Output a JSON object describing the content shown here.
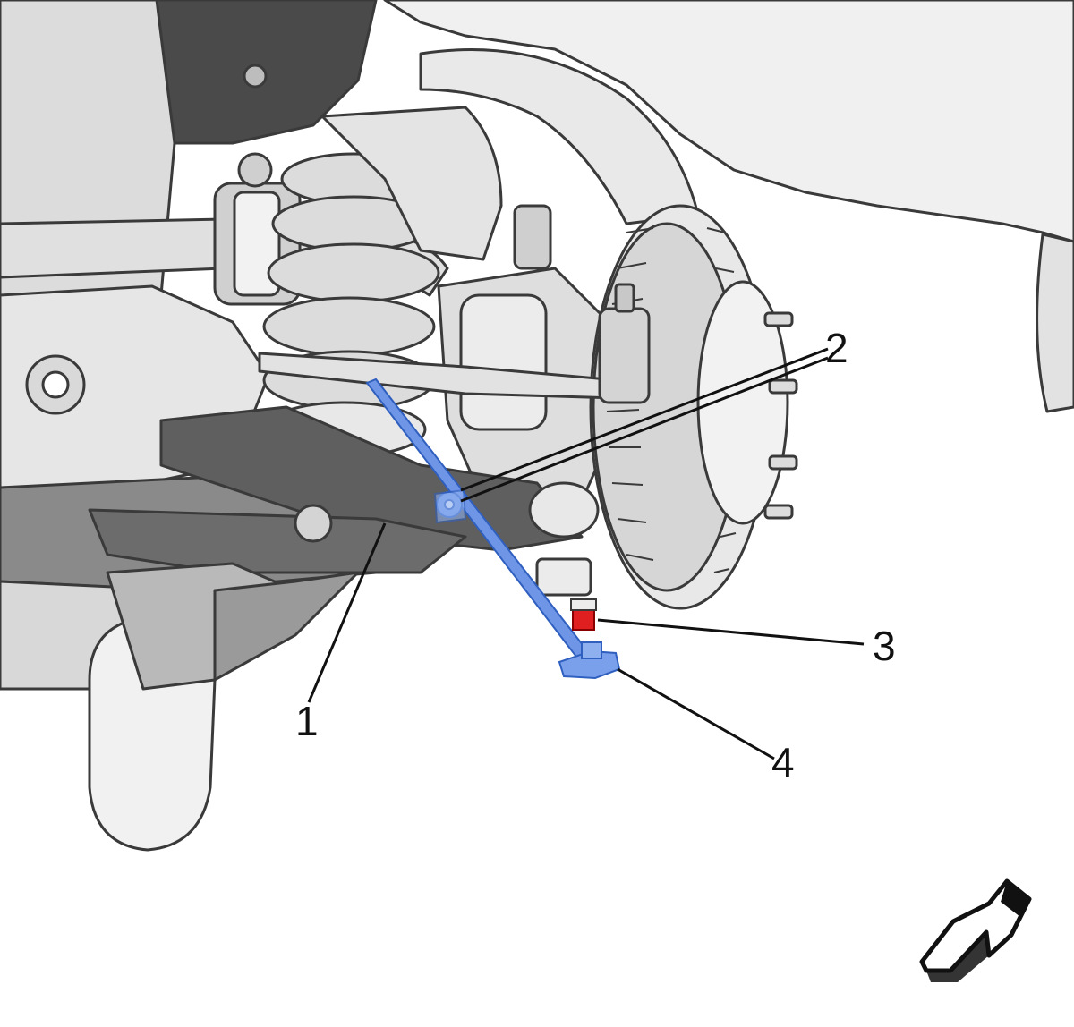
{
  "callouts": [
    {
      "id": "1",
      "label": "1"
    },
    {
      "id": "2",
      "label": "2"
    },
    {
      "id": "3",
      "label": "3"
    },
    {
      "id": "4",
      "label": "4"
    }
  ],
  "colors": {
    "highlight_blue": "#6f95e6",
    "highlight_red": "#e02020",
    "part_light": "#ececec",
    "part_mid": "#c9c9c9",
    "part_dark": "#7b7b7b",
    "outline": "#3a3a3a"
  },
  "icons": {
    "direction_arrow": "front-direction-arrow-icon"
  }
}
